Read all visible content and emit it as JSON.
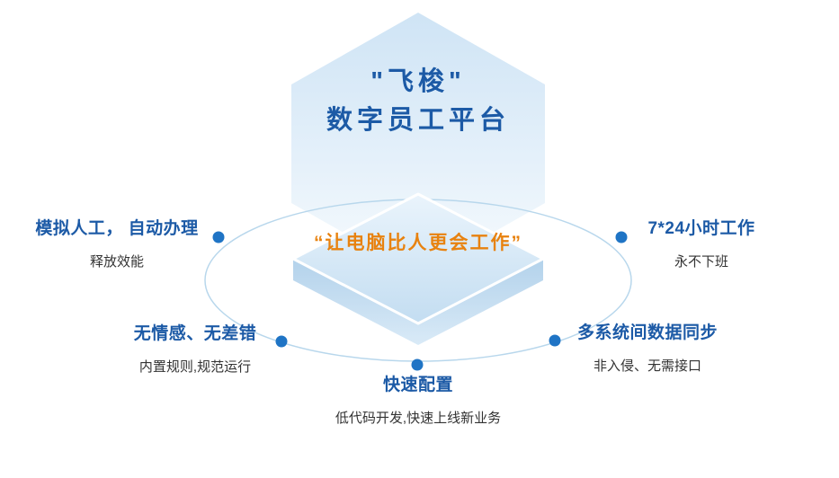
{
  "title": {
    "line1": "\"飞梭\"",
    "line2": "数字员工平台"
  },
  "platform": {
    "slogan": "“让电脑比人更会工作”"
  },
  "features": [
    {
      "label": "模拟人工， 自动办理",
      "sub": "释放效能"
    },
    {
      "label": "7*24小时工作",
      "sub": "永不下班"
    },
    {
      "label": "无情感、无差错",
      "sub": "内置规则,规范运行"
    },
    {
      "label": "多系统间数据同步",
      "sub": "非入侵、无需接口"
    },
    {
      "label": "快速配置",
      "sub": "低代码开发,快速上线新业务"
    }
  ],
  "colors": {
    "brand_blue": "#1c5aa6",
    "accent_orange": "#e8820f",
    "dot_blue": "#1f74c5",
    "hexagon_fill_top": "#cfe4f5",
    "platform_face": "#c3ddf1",
    "ellipse_stroke": "#b8d7ec",
    "subtitle_text": "#333333"
  }
}
